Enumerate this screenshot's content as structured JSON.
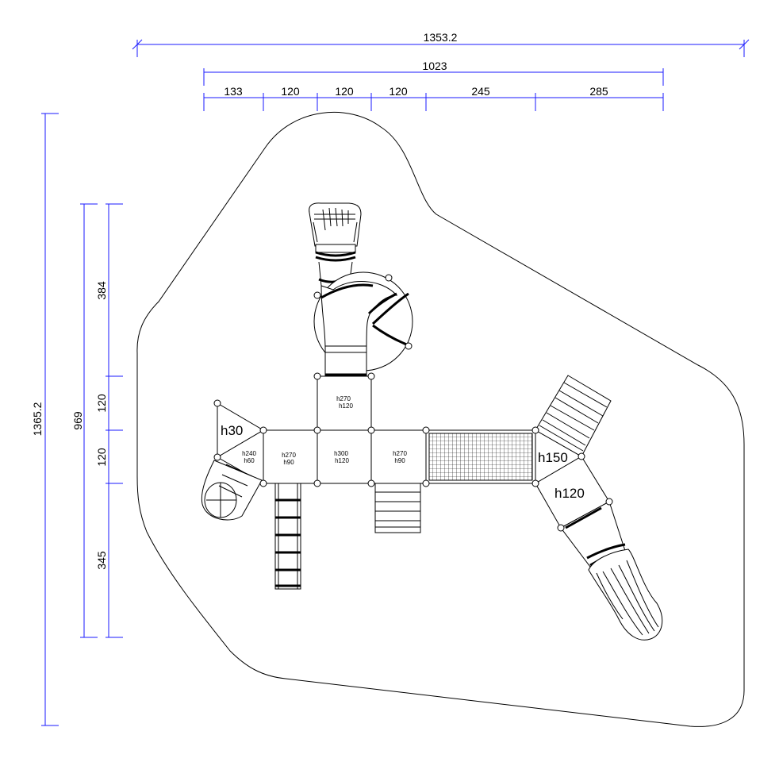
{
  "dimensions": {
    "overall_width": "1353.2",
    "overall_height": "1365.2",
    "structure_width": "1023",
    "structure_height": "969",
    "horizontal_segments": [
      "133",
      "120",
      "120",
      "120",
      "245",
      "285"
    ],
    "vertical_segments": [
      "384",
      "120",
      "120",
      "345"
    ]
  },
  "platform_labels": {
    "left_triangle": "h30",
    "left_small_a": "h240",
    "left_small_b": "h60",
    "platform1_a": "h270",
    "platform1_b": "h90",
    "platform2_a": "h300",
    "platform2_b": "h120",
    "top_a": "h270",
    "top_b": "h120",
    "platform3_a": "h270",
    "platform3_b": "h90",
    "right_corner": "h150",
    "right_slide": "h120"
  },
  "colors": {
    "dimension": "#1a1aff",
    "drawing": "#000000"
  }
}
